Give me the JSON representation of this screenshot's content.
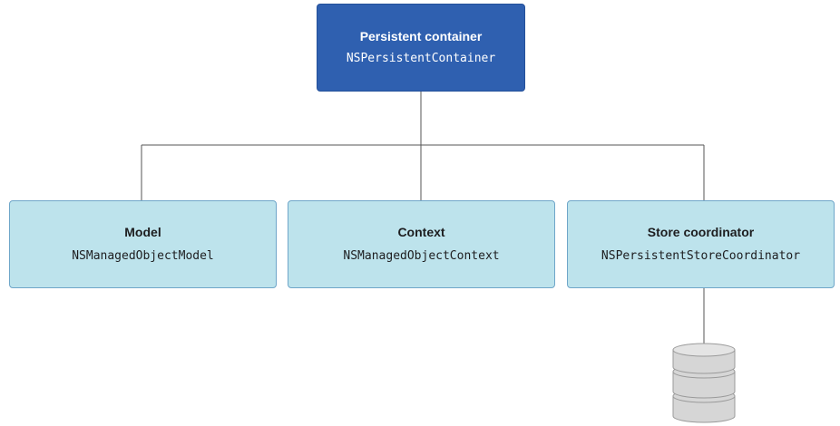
{
  "root": {
    "title": "Persistent container",
    "class_name": "NSPersistentContainer"
  },
  "children": [
    {
      "title": "Model",
      "class_name": "NSManagedObjectModel"
    },
    {
      "title": "Context",
      "class_name": "NSManagedObjectContext"
    },
    {
      "title": "Store coordinator",
      "class_name": "NSPersistentStoreCoordinator"
    }
  ],
  "storage_icon": "database-icon",
  "colors": {
    "root_fill": "#2f60b0",
    "child_fill": "#bde3ec",
    "child_border": "#6fa6c9",
    "connector": "#555555",
    "database_fill": "#d6d6d6",
    "database_stroke": "#9a9a9a"
  }
}
